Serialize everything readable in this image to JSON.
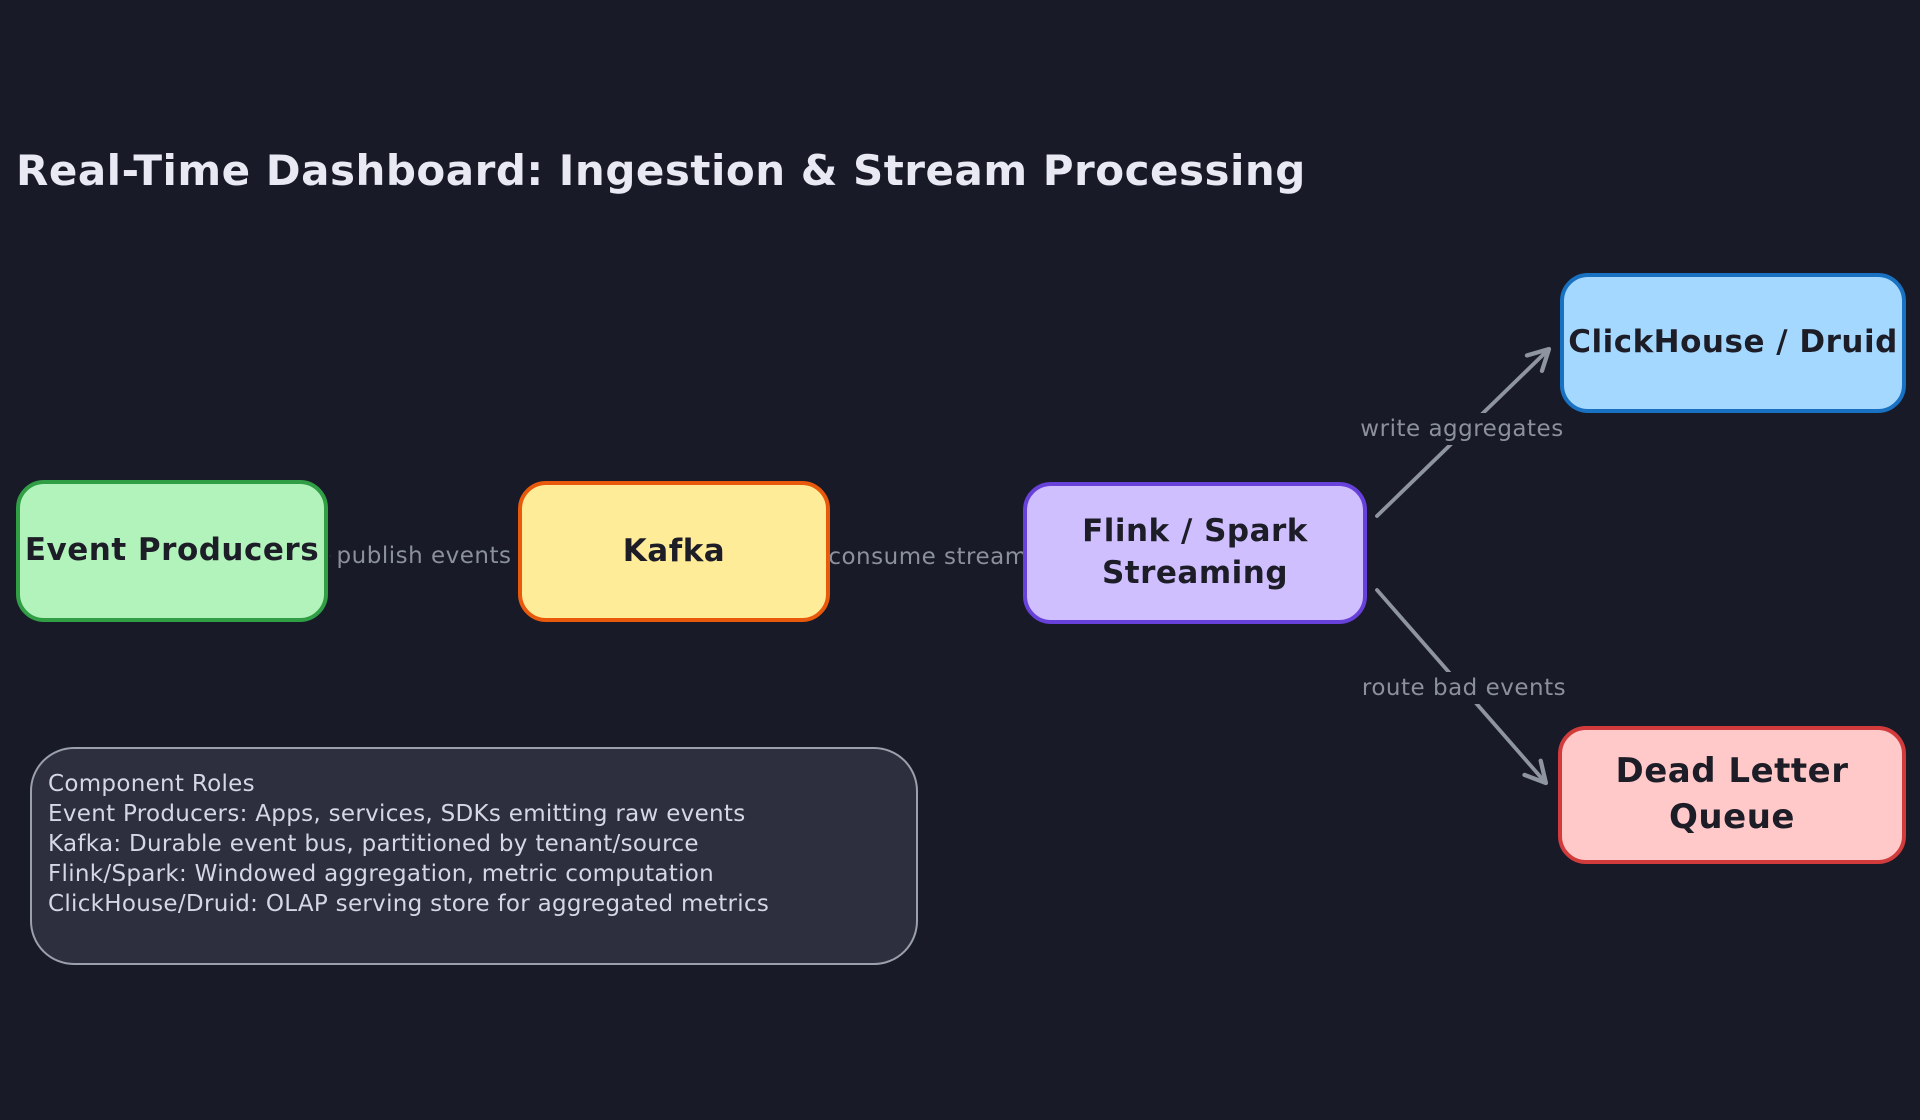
{
  "title": "Real-Time Dashboard: Ingestion & Stream Processing",
  "colors": {
    "canvas_bg": "#181a27",
    "node_text": "#1d1d28",
    "edge_gray": "#8f95a0",
    "note_bg": "#2e2f3e",
    "note_border": "#9aa0ac",
    "note_text": "#d5d7e4",
    "title_text": "#e9e9f4"
  },
  "diagram": {
    "nodes": {
      "event_producers": {
        "label": "Event Producers",
        "fill": "#b2f2bb",
        "stroke": "#2f9e44"
      },
      "kafka": {
        "label": "Kafka",
        "fill": "#ffec99",
        "stroke": "#e8590c"
      },
      "flink": {
        "label": "Flink / Spark\nStreaming",
        "fill": "#d0bfff",
        "stroke": "#6741d9"
      },
      "clickhouse": {
        "label": "ClickHouse / Druid",
        "fill": "#a5d8ff",
        "stroke": "#1971c2"
      },
      "dead_letter_queue": {
        "label": "Dead Letter Queue",
        "fill": "#ffc9c9",
        "stroke": "#d23b3b"
      }
    },
    "edges": {
      "publish": {
        "label": "publish events",
        "from": "event_producers",
        "to": "kafka"
      },
      "consume": {
        "label": "consume stream",
        "from": "kafka",
        "to": "flink"
      },
      "write": {
        "label": "write aggregates",
        "from": "flink",
        "to": "clickhouse"
      },
      "route": {
        "label": "route bad events",
        "from": "flink",
        "to": "dead_letter_queue"
      }
    }
  },
  "note": {
    "lines": [
      "Component Roles",
      "Event Producers: Apps, services, SDKs emitting raw events",
      "Kafka: Durable event bus, partitioned by tenant/source",
      "Flink/Spark: Windowed aggregation, metric computation",
      "ClickHouse/Druid: OLAP serving store for aggregated metrics"
    ]
  }
}
